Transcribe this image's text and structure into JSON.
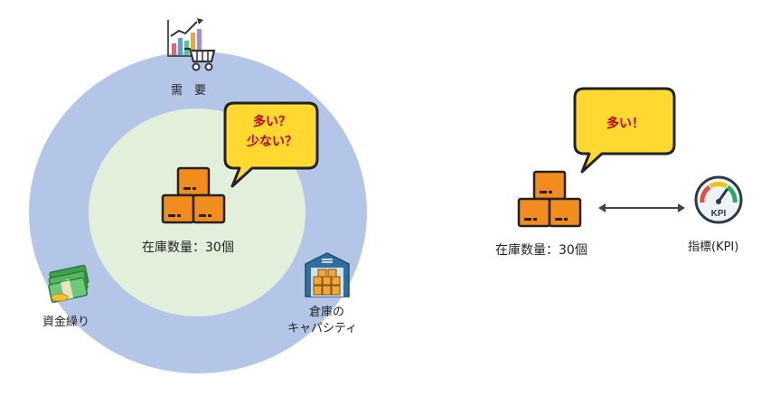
{
  "left": {
    "demand_label": "需　要",
    "bubble_line1": "多い？",
    "bubble_line2": "少ない？",
    "inventory_label": "在庫数量：30個",
    "cashflow_label": "資金繰り",
    "warehouse_label_line1": "倉庫の",
    "warehouse_label_line2": "キャパシティ"
  },
  "right": {
    "bubble_text": "多い！",
    "inventory_label": "在庫数量：30個",
    "kpi_label": "指標(KPI)",
    "kpi_icon_text": "KPI"
  },
  "colors": {
    "outer_ring": "#b4c6e7",
    "inner_circle": "#e2efda",
    "bubble_fill": "#ffd92f",
    "bubble_text": "#c00000",
    "box_orange": "#f28c1c"
  }
}
